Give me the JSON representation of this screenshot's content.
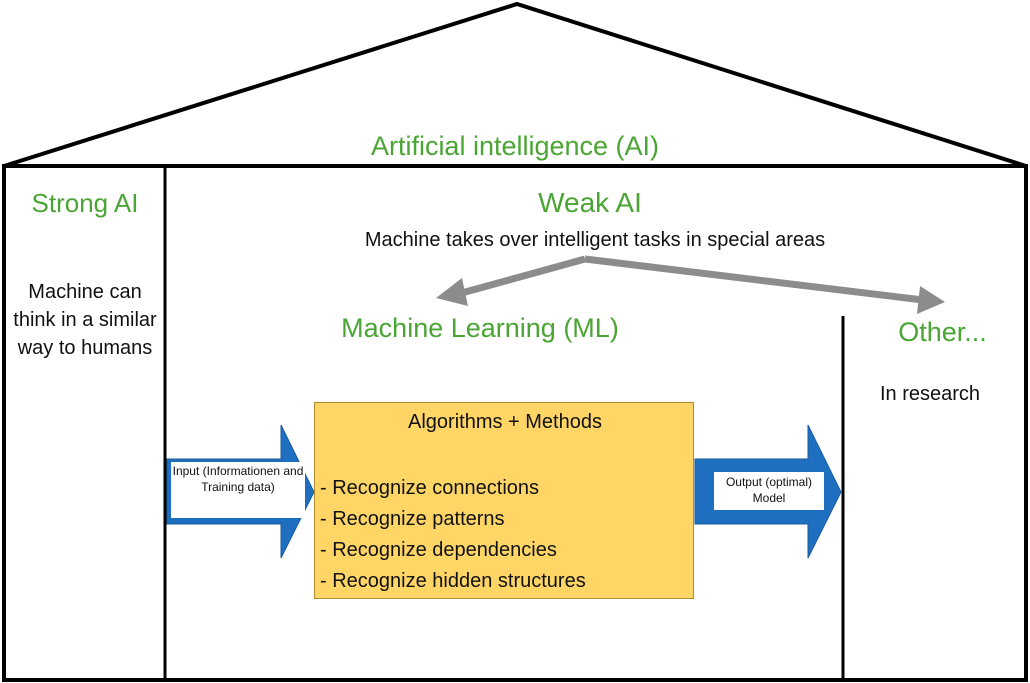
{
  "title": "Artificial intelligence (AI)",
  "strong_ai": {
    "title": "Strong AI",
    "description": "Machine can think in a similar way to humans"
  },
  "weak_ai": {
    "title": "Weak AI",
    "description": "Machine takes over intelligent tasks in special areas"
  },
  "machine_learning": {
    "title": "Machine Learning (ML)",
    "input_label": "Input (Informationen and Training data)",
    "output_label": "Output (optimal) Model",
    "box": {
      "title": "Algorithms + Methods",
      "items": [
        "- Recognize connections",
        "- Recognize patterns",
        "- Recognize dependencies",
        "- Recognize hidden structures"
      ]
    }
  },
  "other": {
    "title": "Other...",
    "description": "In research"
  },
  "colors": {
    "heading": "#4aa534",
    "arrow_blue": "#1f6fc0",
    "box_fill": "#ffd666",
    "branch_arrow": "#8c8c8c"
  }
}
